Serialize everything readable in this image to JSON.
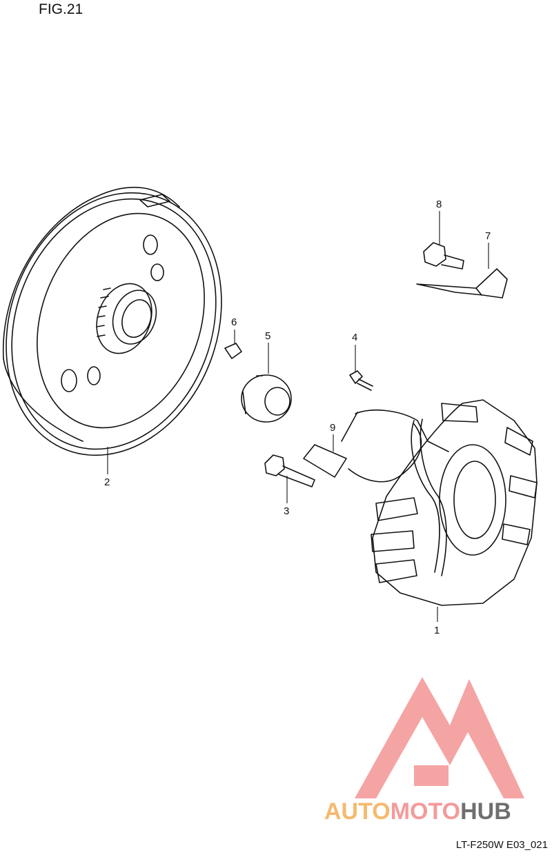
{
  "figure": {
    "title": "FIG.21",
    "code": "LT-F250W E03_021"
  },
  "callouts": [
    {
      "number": "1",
      "part": "stator"
    },
    {
      "number": "2",
      "part": "rotor-flywheel"
    },
    {
      "number": "3",
      "part": "stator-bolt"
    },
    {
      "number": "4",
      "part": "small-bolt"
    },
    {
      "number": "5",
      "part": "rotor-nut"
    },
    {
      "number": "6",
      "part": "key"
    },
    {
      "number": "7",
      "part": "wire-clamp"
    },
    {
      "number": "8",
      "part": "clamp-bolt"
    },
    {
      "number": "9",
      "part": "grommet-pad"
    }
  ],
  "watermark": {
    "word_1": "AUTO",
    "word_2": "MOTO",
    "word_3": "HUB",
    "colors": {
      "logo": "#f49a9a",
      "auto": "#f6b96e",
      "moto": "#f49a9a",
      "hub": "#6f6f6f"
    }
  }
}
